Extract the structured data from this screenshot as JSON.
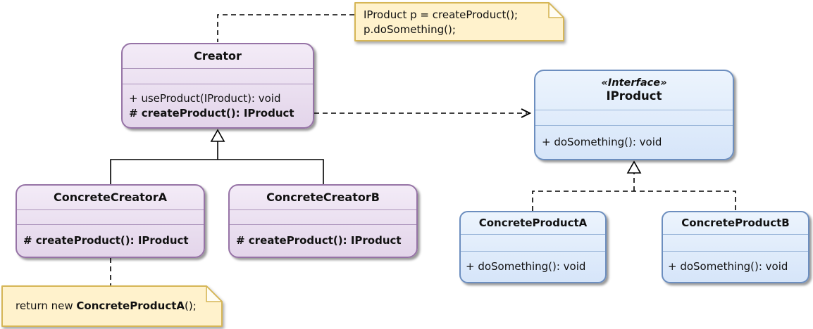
{
  "colors": {
    "background": "#FFFFFF",
    "purple_fill": "#E6DAEC",
    "purple_stroke": "#9673A6",
    "blue_fill": "#D9E7FA",
    "blue_stroke": "#6C8EBF",
    "note_fill": "#FFF2CC",
    "note_stroke": "#D6B656",
    "connector_line": "#000000"
  },
  "notes": {
    "top": {
      "lines": [
        "IProduct p = createProduct();",
        "p.doSomething();"
      ]
    },
    "bottom": {
      "prefix": "return new ",
      "class_name": "ConcreteProductA",
      "suffix": "();"
    }
  },
  "classes": {
    "creator": {
      "title": "Creator",
      "methods": [
        "+ useProduct(IProduct): void",
        "# createProduct(): IProduct"
      ]
    },
    "iproduct": {
      "stereotype": "«Interface»",
      "title": "IProduct",
      "methods": [
        "+ doSomething(): void"
      ]
    },
    "concrete_creator_a": {
      "title": "ConcreteCreatorA",
      "methods": [
        "# createProduct(): IProduct"
      ]
    },
    "concrete_creator_b": {
      "title": "ConcreteCreatorB",
      "methods": [
        "# createProduct(): IProduct"
      ]
    },
    "concrete_product_a": {
      "title": "ConcreteProductA",
      "methods": [
        "+ doSomething(): void"
      ]
    },
    "concrete_product_b": {
      "title": "ConcreteProductB",
      "methods": [
        "+ doSomething(): void"
      ]
    }
  },
  "relationships": [
    {
      "type": "inheritance",
      "from": "ConcreteCreatorA",
      "to": "Creator"
    },
    {
      "type": "inheritance",
      "from": "ConcreteCreatorB",
      "to": "Creator"
    },
    {
      "type": "realization",
      "from": "ConcreteProductA",
      "to": "IProduct"
    },
    {
      "type": "realization",
      "from": "ConcreteProductB",
      "to": "IProduct"
    },
    {
      "type": "dependency",
      "from": "Creator",
      "to": "IProduct"
    },
    {
      "type": "note-attachment",
      "from": "top-note",
      "to": "Creator"
    },
    {
      "type": "note-attachment",
      "from": "bottom-note",
      "to": "ConcreteCreatorA"
    }
  ]
}
